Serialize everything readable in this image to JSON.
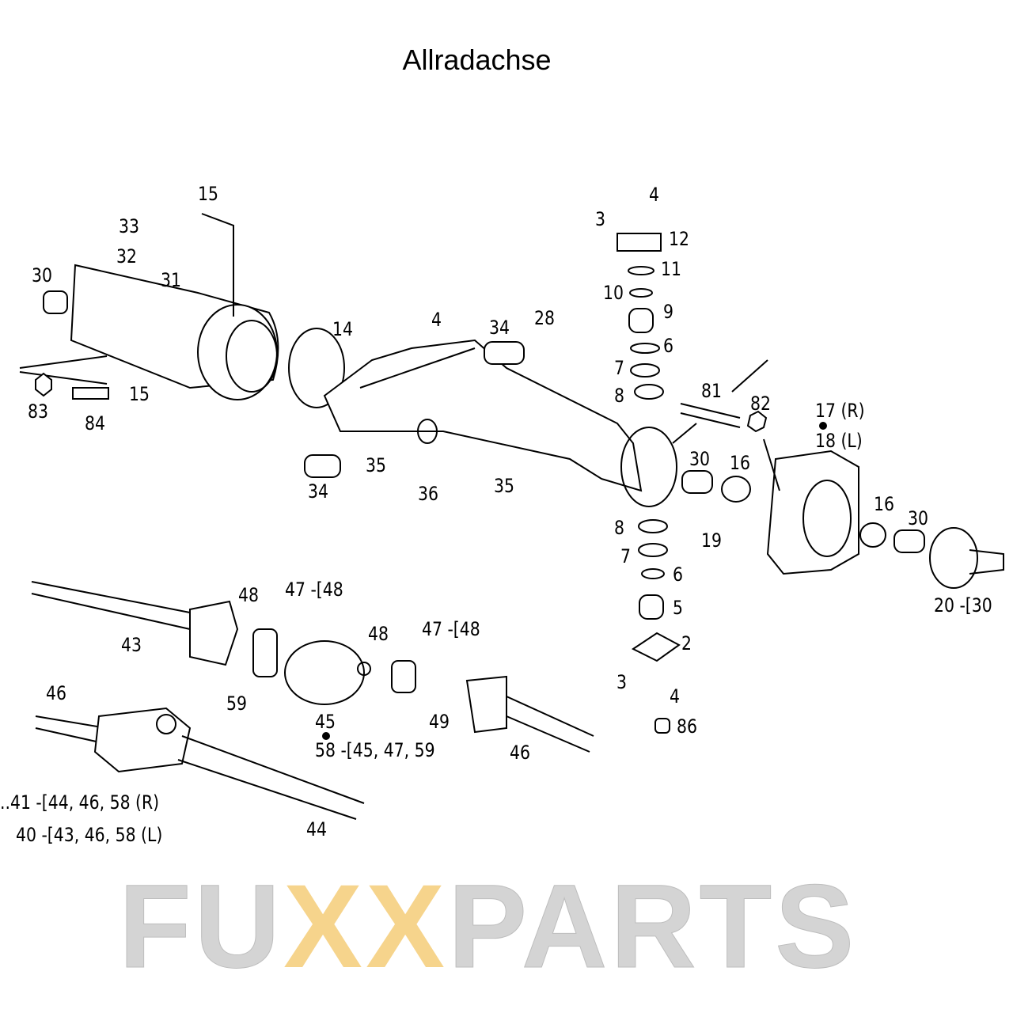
{
  "title": "Allradachse",
  "watermark": {
    "prefix": "FU",
    "xx": "XX",
    "suffix": "PARTS"
  },
  "labels": [
    "15",
    "33",
    "32",
    "31",
    "30",
    "14",
    "4",
    "34",
    "28",
    "3",
    "4",
    "12",
    "11",
    "10",
    "9",
    "6",
    "7",
    "8",
    "81",
    "82",
    "17 (R)",
    "18 (L)",
    "83",
    "84",
    "15",
    "34",
    "35",
    "36",
    "35",
    "30",
    "16",
    "16",
    "30",
    "8",
    "7",
    "6",
    "5",
    "2",
    "3",
    "4",
    "86",
    "19",
    "20 -[30",
    "43",
    "48",
    "47 -[48",
    "48",
    "47 -[48",
    "59",
    "45",
    "49",
    "58 -[45, 47, 59",
    "46",
    "46",
    "44",
    "..41 -[44, 46, 58 (R)",
    "40 -[43, 46, 58 (L)"
  ]
}
